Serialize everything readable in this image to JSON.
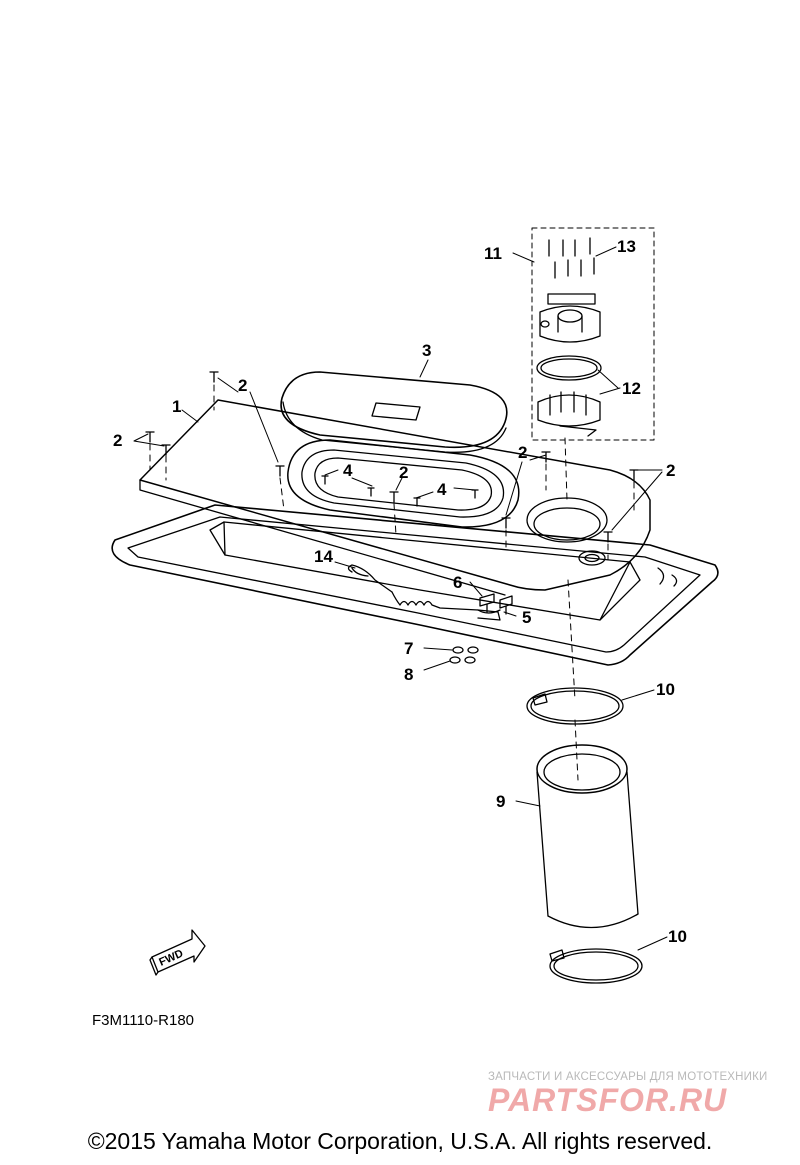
{
  "callouts": {
    "c1": "1",
    "c2a": "2",
    "c2b": "2",
    "c2c": "2",
    "c2d": "2",
    "c2e": "2",
    "c3": "3",
    "c4a": "4",
    "c4b": "4",
    "c5": "5",
    "c6": "6",
    "c7": "7",
    "c8": "8",
    "c9": "9",
    "c10a": "10",
    "c10b": "10",
    "c11": "11",
    "c12": "12",
    "c13": "13",
    "c14": "14"
  },
  "fwd_label": "FWD",
  "part_code": "F3M1110-R180",
  "watermark": {
    "tagline": "ЗАПЧАСТИ И АКСЕССУАРЫ ДЛЯ МОТОТЕХНИКИ",
    "logo": "PARTSFOR.RU"
  },
  "copyright": "©2015 Yamaha Motor Corporation, U.S.A. All rights reserved."
}
